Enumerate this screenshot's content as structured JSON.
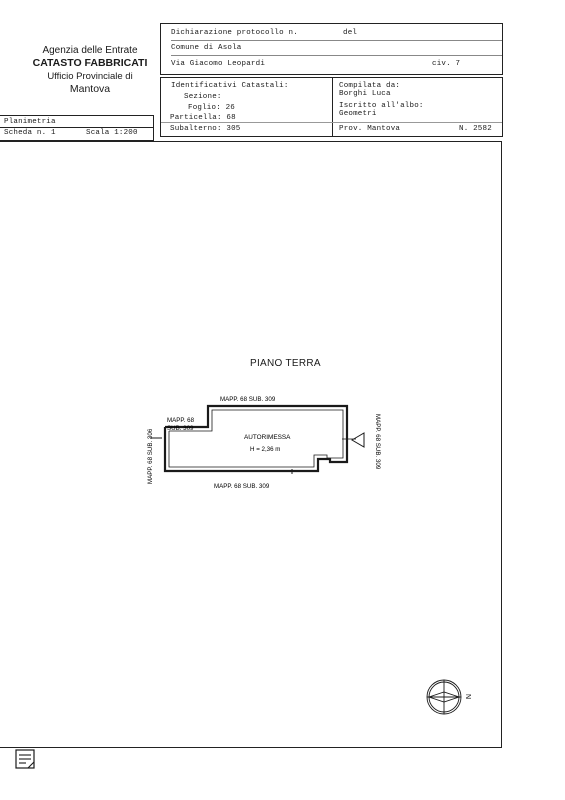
{
  "agency": {
    "line1": "Agenzia delle Entrate",
    "line2": "CATASTO FABBRICATI",
    "line3": "Ufficio Provinciale di",
    "line4": "Mantova"
  },
  "planimetria": {
    "title": "Planimetria",
    "scheda": "Scheda n. 1",
    "scala": "Scala 1:200"
  },
  "header": {
    "protocollo_label": "Dichiarazione protocollo n.",
    "del_label": "del",
    "comune": "Comune di Asola",
    "via": "Via Giacomo Leopardi",
    "civ": "civ. 7",
    "identificativi_label": "Identificativi Catastali:",
    "sezione_label": "Sezione:",
    "foglio": "Foglio: 26",
    "particella": "Particella: 68",
    "subalterno": "Subalterno: 305",
    "compilata_label": "Compilata da:",
    "compilata_name": "Borghi Luca",
    "iscritto_label": "Iscritto all'albo:",
    "iscritto_value": "Geometri",
    "prov": "Prov. Mantova",
    "numero": "N. 2582"
  },
  "drawing": {
    "floor_label": "PIANO TERRA",
    "room_name": "AUTORIMESSA",
    "room_height": "H = 2,36 m",
    "label_top": "MAPP. 68 SUB. 309",
    "label_bottom": "MAPP. 68 SUB. 309",
    "label_left": "MAPP. 68 SUB. 306",
    "label_right": "MAPP. 68 SUB. 309",
    "label_inset_1": "MAPP. 68",
    "label_inset_2": "SUB. 309",
    "north": "N"
  }
}
